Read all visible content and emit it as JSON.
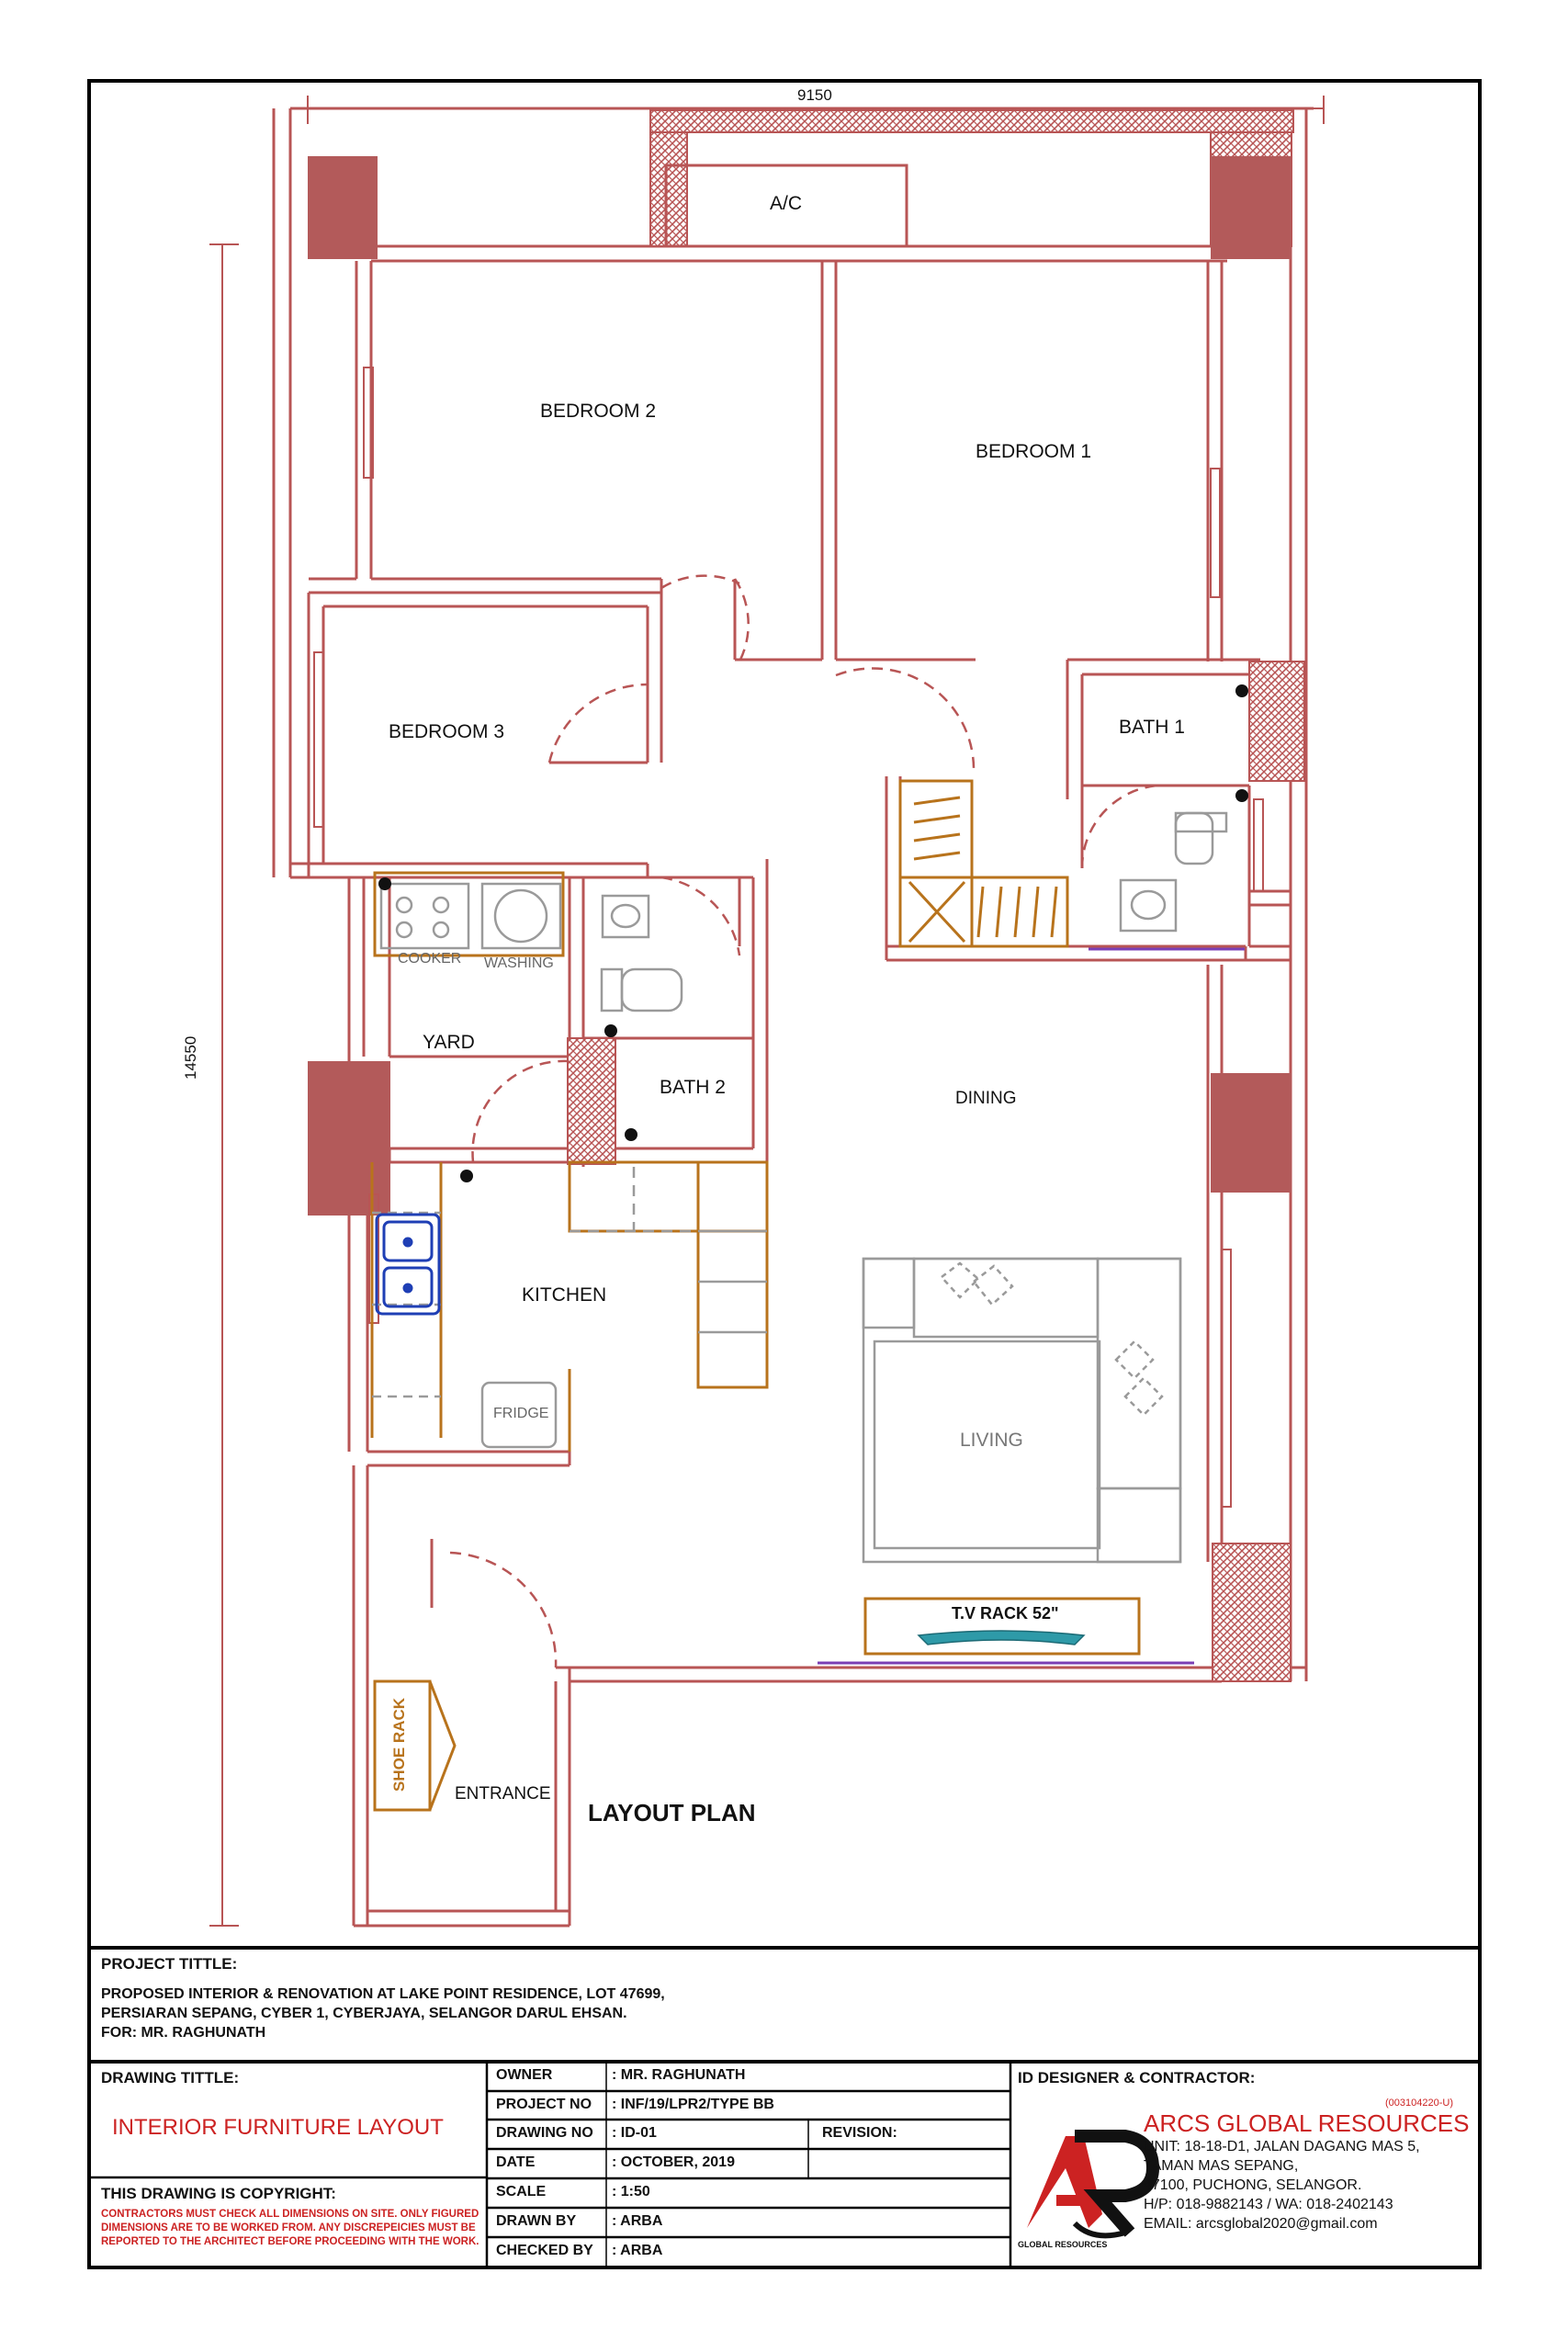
{
  "dimensions": {
    "width_label": "9150",
    "height_label": "14550"
  },
  "rooms": {
    "ac": "A/C",
    "bedroom2": "BEDROOM 2",
    "bedroom1": "BEDROOM 1",
    "bedroom3": "BEDROOM 3",
    "bath1": "BATH 1",
    "bath2": "BATH 2",
    "yard": "YARD",
    "dining": "DINING",
    "kitchen": "KITCHEN",
    "living": "LIVING",
    "entrance": "ENTRANCE"
  },
  "fixtures": {
    "cooker": "COOKER",
    "washing": "WASHING",
    "fridge": "FRIDGE",
    "tv_rack": "T.V RACK 52\"",
    "shoe_rack": "SHOE RACK"
  },
  "plan_title": "LAYOUT PLAN",
  "title_block": {
    "project_title_label": "PROJECT TITTLE:",
    "project_lines": [
      "PROPOSED INTERIOR & RENOVATION AT LAKE POINT RESIDENCE, LOT 47699,",
      "PERSIARAN SEPANG, CYBER 1, CYBERJAYA, SELANGOR DARUL EHSAN.",
      "FOR: MR. RAGHUNATH"
    ],
    "drawing_title_label": "DRAWING TITTLE:",
    "drawing_title": "INTERIOR FURNITURE LAYOUT",
    "copyright_label": "THIS DRAWING IS COPYRIGHT:",
    "copyright_lines": [
      "CONTRACTORS MUST CHECK ALL DIMENSIONS ON SITE. ONLY FIGURED",
      "DIMENSIONS ARE TO BE WORKED FROM. ANY DISCREPEICIES MUST BE",
      "REPORTED TO THE ARCHITECT BEFORE PROCEEDING WITH THE WORK."
    ],
    "fields": [
      {
        "label": "OWNER",
        "value": ": MR. RAGHUNATH"
      },
      {
        "label": "PROJECT NO",
        "value": ": INF/19/LPR2/TYPE BB"
      },
      {
        "label": "DRAWING NO",
        "value": ": ID-01"
      },
      {
        "label": "DATE",
        "value": ": OCTOBER, 2019"
      },
      {
        "label": "SCALE",
        "value": ": 1:50"
      },
      {
        "label": "DRAWN BY",
        "value": ": ARBA"
      },
      {
        "label": "CHECKED BY",
        "value": ": ARBA"
      }
    ],
    "revision_label": "REVISION:",
    "designer_label": "ID DESIGNER & CONTRACTOR:",
    "company": {
      "reg_no": "(003104220-U)",
      "name": "ARCS GLOBAL RESOURCES",
      "address_lines": [
        "UNIT: 18-18-D1, JALAN DAGANG MAS 5,",
        "TAMAN MAS SEPANG,",
        "47100, PUCHONG, SELANGOR.",
        "H/P: 018-9882143 / WA: 018-2402143",
        "EMAIL: arcsglobal2020@gmail.com"
      ],
      "logo_caption": "GLOBAL RESOURCES"
    }
  },
  "colors": {
    "wall": "#b85555",
    "column": "#b35a5a",
    "furniture": "#b8731c",
    "fixture_grey": "#9a9a9a",
    "sink_blue": "#1f3fb5",
    "accent_red": "#cc2222",
    "tv_teal": "#2e9aa8",
    "purple": "#7b3fb5"
  }
}
